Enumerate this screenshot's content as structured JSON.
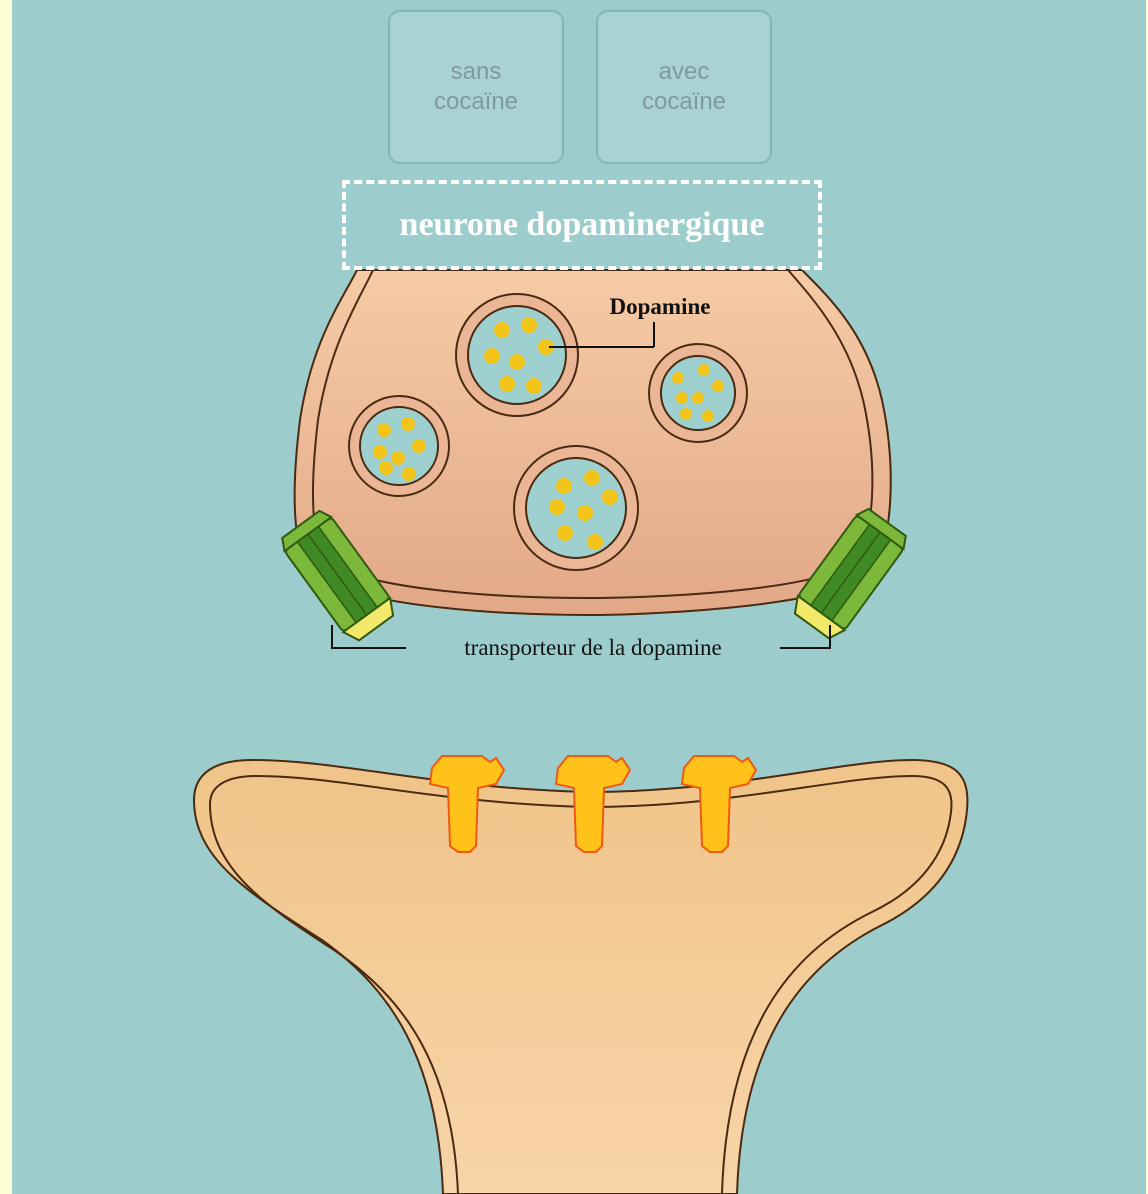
{
  "buttons": {
    "without_cocaine": "sans cocaïne",
    "with_cocaine": "avec cocaïne"
  },
  "neuron_title": "neurone dopaminergique",
  "labels": {
    "dopamine": "Dopamine",
    "transporter": "transporteur de la dopamine"
  },
  "colors": {
    "background": "#9ccccc",
    "page_margin": "#fffdd6",
    "presynaptic": "#eab695",
    "postsynaptic": "#f0c792",
    "vesicle_fill": "#9fd0d0",
    "dopamine": "#f2c41a",
    "transporter": "#5a9e2c",
    "receptor": "#ffc21a",
    "receptor_outline": "#f05a10"
  },
  "icons": [
    "synaptic-vesicle-icon",
    "dopamine-transporter-icon",
    "dopamine-receptor-icon"
  ]
}
